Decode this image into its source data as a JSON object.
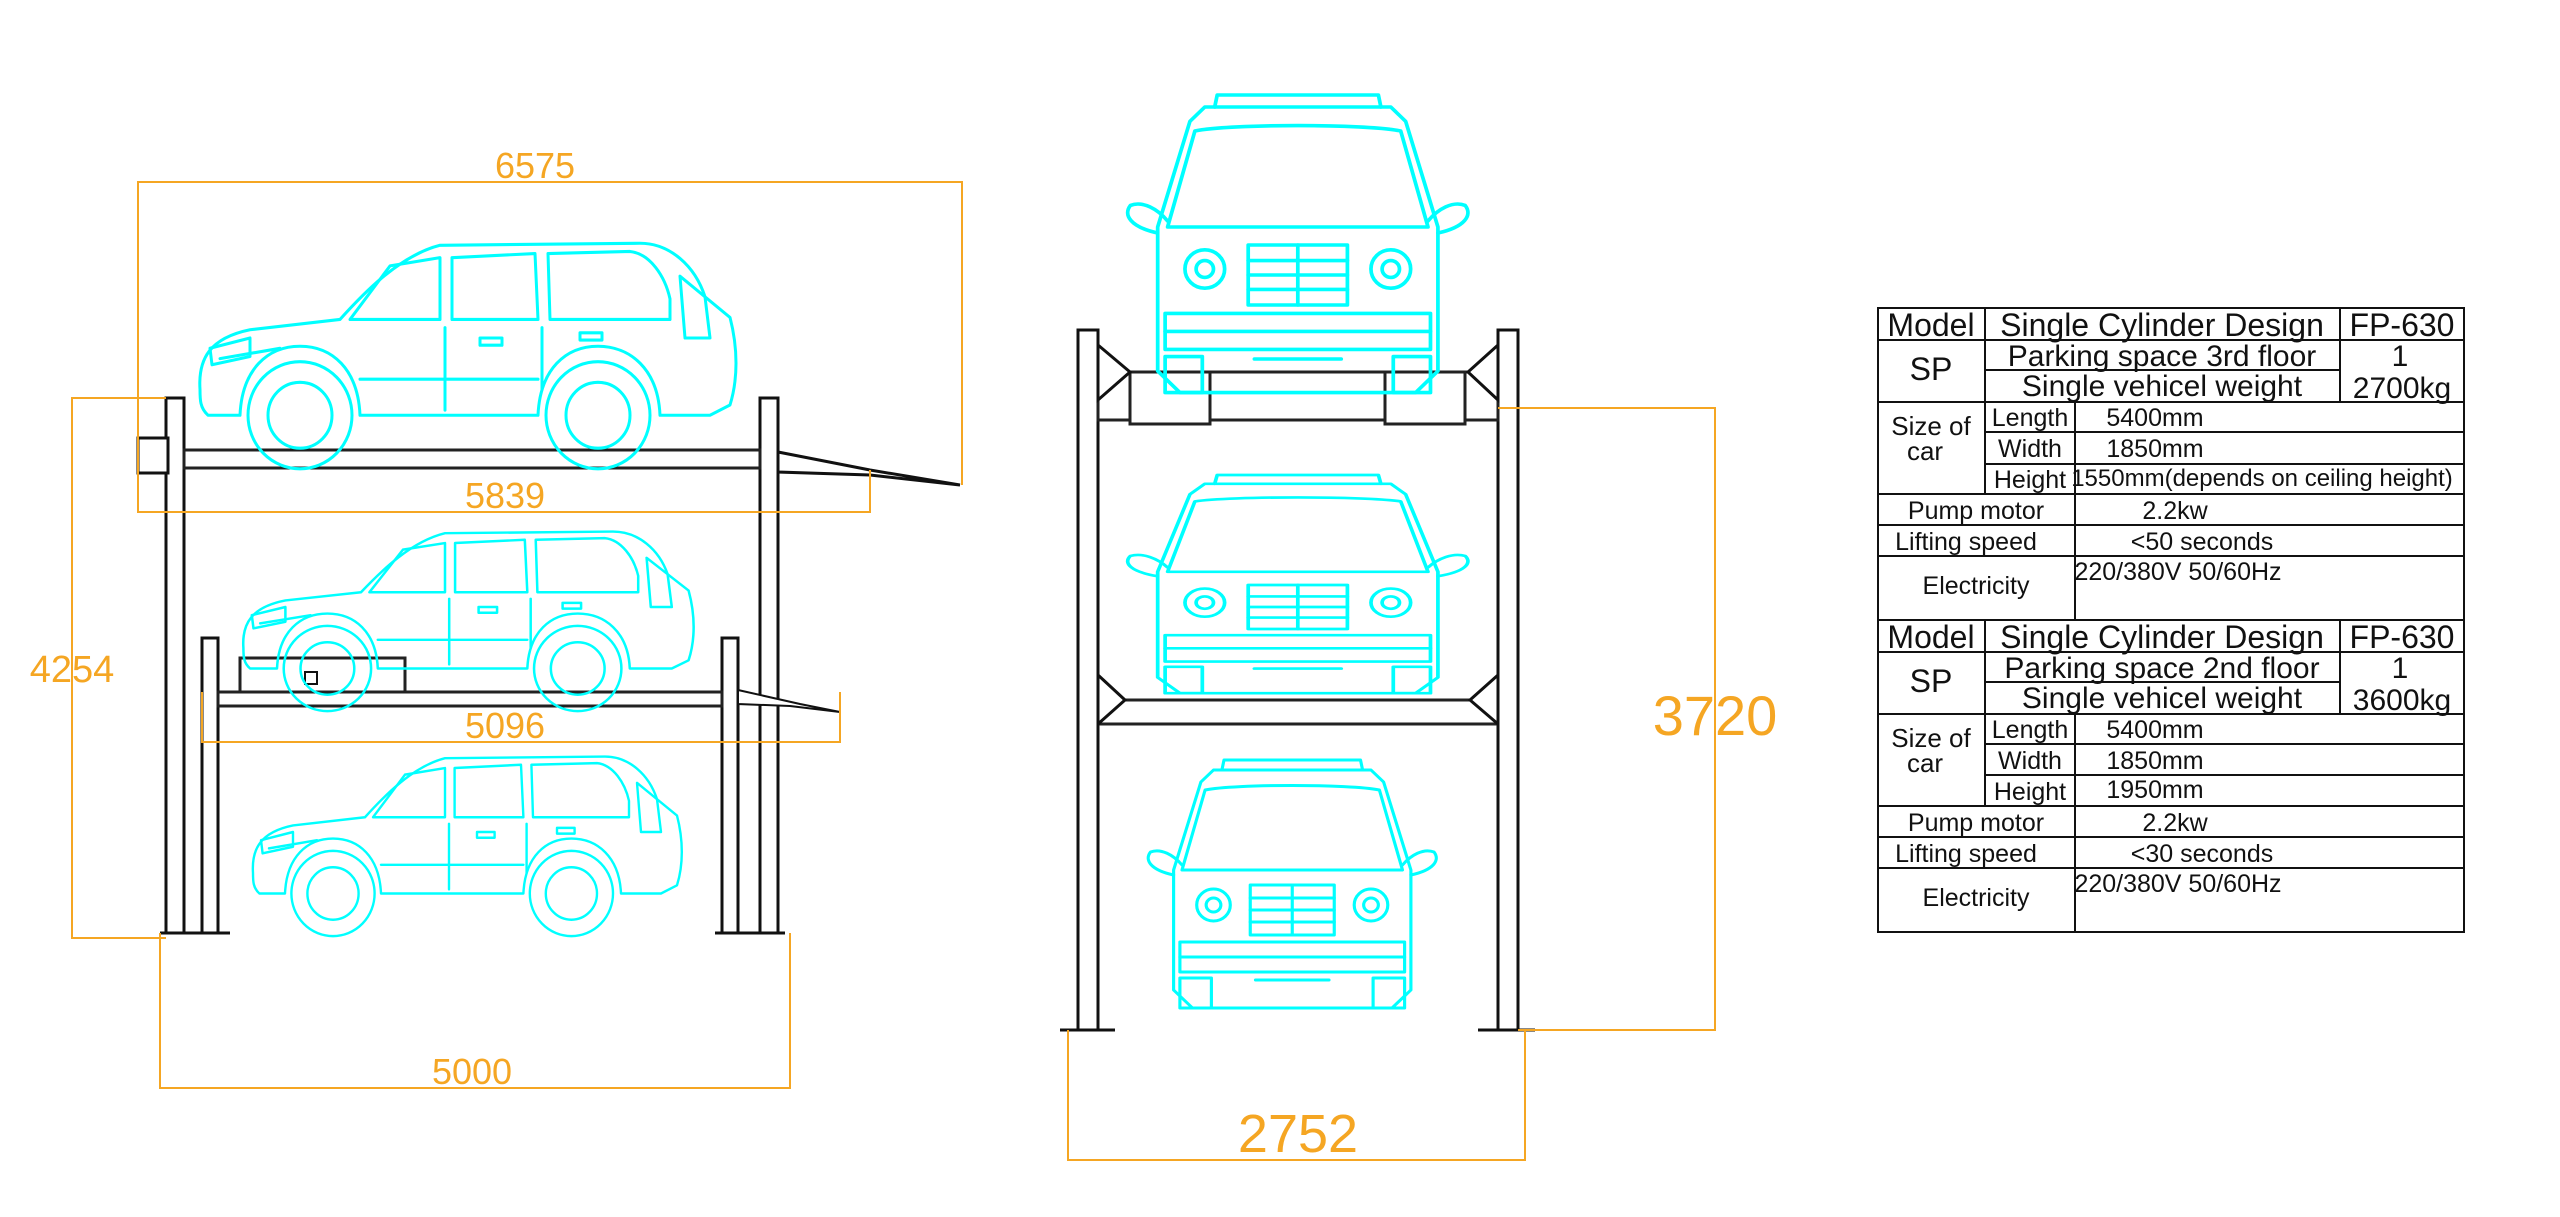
{
  "side_view": {
    "dim_total_length": "6575",
    "dim_platform_3rd": "5839",
    "dim_platform_2nd": "5096",
    "dim_base_length": "5000",
    "dim_height": "4254"
  },
  "front_view": {
    "dim_height": "3720",
    "dim_width": "2752"
  },
  "spec_tables": [
    {
      "model_label": "Model",
      "design": "Single Cylinder Design",
      "model": "FP-630",
      "sp_label": "SP",
      "parking_space": "Parking space 3rd floor",
      "parking_count": "1",
      "weight_label": "Single vehicel weight",
      "weight": "2700kg",
      "size_label_1": "Size of",
      "size_label_2": "car",
      "length_label": "Length",
      "length": "5400mm",
      "width_label": "Width",
      "width": "1850mm",
      "height_label": "Height",
      "height": "1550mm(depends on ceiling height)",
      "pump_label": "Pump motor",
      "pump": "2.2kw",
      "lift_label": "Lifting speed",
      "lift": "<50 seconds",
      "elec_label": "Electricity",
      "elec": "220/380V 50/60Hz"
    },
    {
      "model_label": "Model",
      "design": "Single Cylinder Design",
      "model": "FP-630",
      "sp_label": "SP",
      "parking_space": "Parking space 2nd floor",
      "parking_count": "1",
      "weight_label": "Single vehicel weight",
      "weight": "3600kg",
      "size_label_1": "Size of",
      "size_label_2": "car",
      "length_label": "Length",
      "length": "5400mm",
      "width_label": "Width",
      "width": "1850mm",
      "height_label": "Height",
      "height": "1950mm",
      "pump_label": "Pump motor",
      "pump": "2.2kw",
      "lift_label": "Lifting speed",
      "lift": "<30 seconds",
      "elec_label": "Electricity",
      "elec": "220/380V 50/60Hz"
    }
  ],
  "colors": {
    "vehicle_outline": "#00ffff",
    "dimension": "#f5a623",
    "structure": "#111111"
  }
}
